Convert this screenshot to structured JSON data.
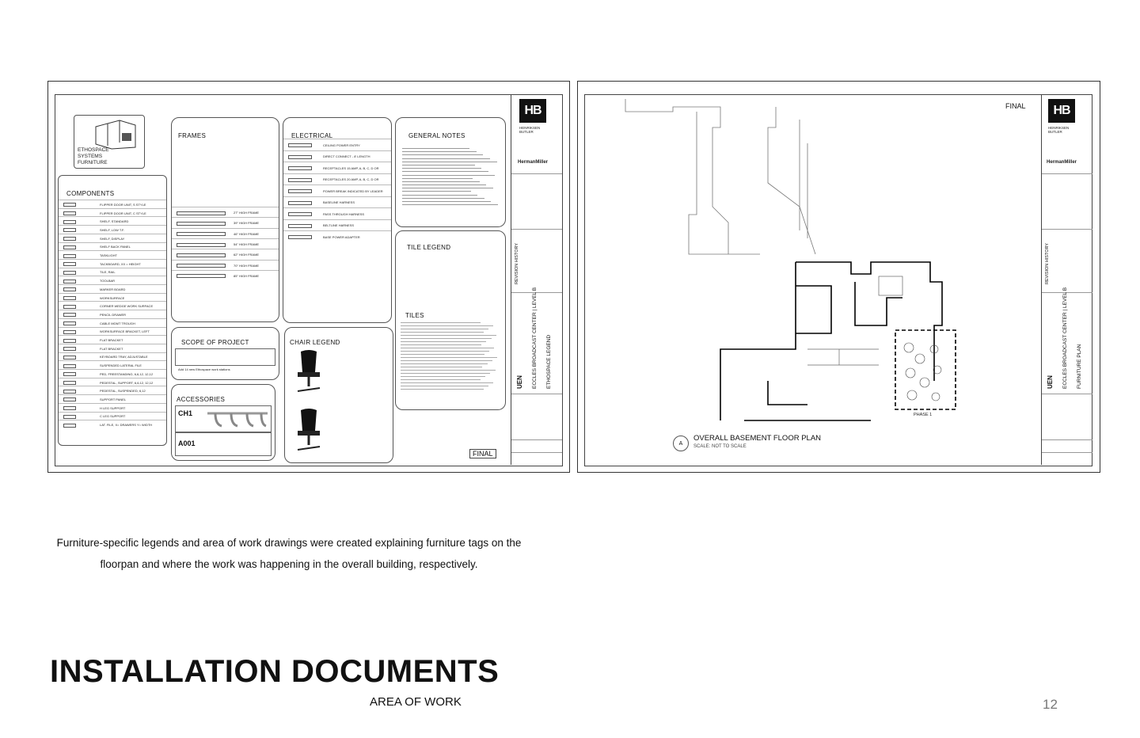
{
  "sheet_left": {
    "logo": "HB",
    "firm": "HENRIKSEN\nBUTLER",
    "brand": "HermanMiller",
    "final_label": "FINAL",
    "furniture_label": "ETHOSPACE\nSYSTEMS\nFURNITURE",
    "components_title": "COMPONENTS",
    "components": [
      "FLIPPER DOOR UNIT, S STYLE",
      "FLIPPER DOOR UNIT, C STYLE",
      "SHELF, STANDARD",
      "SHELF, LOW T.F.",
      "SHELF, DISPLAY",
      "SHELF BACK PANEL",
      "TASKLIGHT",
      "TACKBOARD, XX = HEIGHT",
      "TILE, RAIL",
      "TOOLBAR",
      "MARKER BOARD",
      "WORKSURFACE",
      "CORNER WEDGE WORK SURFACE",
      "PENCIL DRAWER",
      "CABLE MGMT TROUGH",
      "WORKSURFACE BRACKET, LEFT",
      "FLAT BRACKET",
      "FLAT BRACKET",
      "KEYBOARD TRAY, ADJUSTABLE",
      "SUSPENDED LATERAL FILE",
      "PED, FREESTANDING, 6,6,12, 12,12",
      "PEDESTAL, SUPPORT, 6,6,12, 12,12",
      "PEDESTAL, SUSPENDED, 6,12",
      "SUPPORT PANEL",
      "H LEG SUPPORT",
      "C LEG SUPPORT",
      "LAT. FILE, X= DRAWERS Y= WIDTH"
    ],
    "frames_title": "FRAMES",
    "frames": [
      "27\" HIGH FRAME",
      "39\" HIGH FRAME",
      "46\" HIGH FRAME",
      "54\" HIGH FRAME",
      "62\" HIGH FRAME",
      "70\" HIGH FRAME",
      "85\" HIGH FRAME"
    ],
    "electrical_title": "ELECTRICAL",
    "electrical": [
      "CEILING POWER ENTRY",
      "DIRECT CONNECT - 8' LENGTH",
      "RECEPTACLES 15 AMP, A, B, C, D OR",
      "RECEPTACLES 20 AMP, A, B, C, D OR",
      "POWER BREAK INDICATED BY LEADER",
      "BASELINE HARNESS",
      "PASS THROUGH HARNESS",
      "BELTLINE HARNESS",
      "BASE POWER ADAPTER"
    ],
    "notes_title": "GENERAL NOTES",
    "tile_legend_title": "TILE LEGEND",
    "tiles_title": "TILES",
    "scope_title": "SCOPE OF PROJECT",
    "scope_note": "Add 14 new Ethospace work stations",
    "chair_title": "CHAIR LEGEND",
    "accessories_title": "ACCESSORIES",
    "acc_code1": "CH1",
    "acc_code2": "A001",
    "project_name": "ECCLES BROADCAST CENTER | LEVEL B",
    "sheet_name": "ETHOSPACE LEGEND",
    "client": "UEN",
    "revision": "REVISION HISTORY"
  },
  "sheet_right": {
    "logo": "HB",
    "firm": "HENRIKSEN\nBUTLER",
    "brand": "HermanMiller",
    "final_label": "FINAL",
    "plan_marker": "A",
    "plan_title": "OVERALL BASEMENT FLOOR PLAN",
    "plan_scale": "SCALE: NOT TO SCALE",
    "phase_label": "PHASE 1",
    "project_name": "ECCLES BROADCAST CENTER | LEVEL B",
    "sheet_name": "FURNITURE PLAN",
    "client": "UEN",
    "revision": "REVISION HISTORY"
  },
  "caption": "Furniture-specific legends and area of work drawings were created explaining furniture tags on the floorpan and where the work was happening in the overall building, respectively.",
  "title": "INSTALLATION DOCUMENTS",
  "subtitle": "AREA OF WORK",
  "page_number": "12"
}
